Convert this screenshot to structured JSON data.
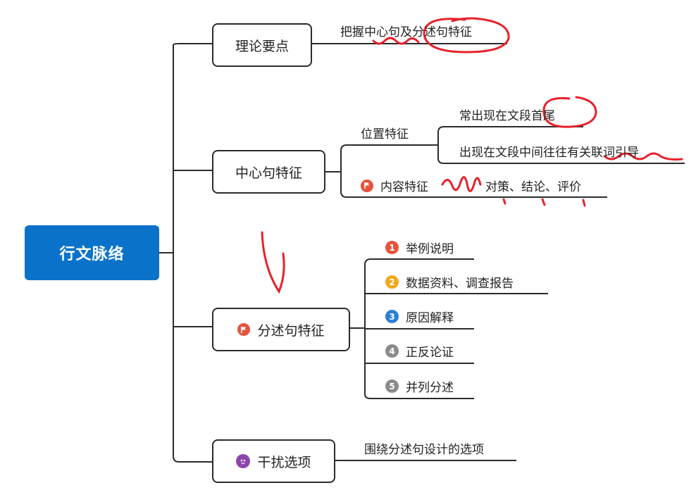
{
  "root": {
    "label": "行文脉络",
    "color": "#0a73c9"
  },
  "branches": {
    "theory": {
      "label": "理论要点",
      "leaf": "把握中心句及分述句特征"
    },
    "central": {
      "label": "中心句特征",
      "position": {
        "label": "位置特征",
        "items": [
          "常出现在文段首尾",
          "出现在文段中间往往有关联词引导"
        ]
      },
      "content": {
        "label": "内容特征",
        "items": "对策、结论、评价",
        "icon": "flag-icon"
      }
    },
    "sub": {
      "label": "分述句特征",
      "icon": "flag-icon",
      "items": [
        {
          "num": "1",
          "label": "举例说明",
          "color": "#e5533c"
        },
        {
          "num": "2",
          "label": "数据资料、调查报告",
          "color": "#f0a81c"
        },
        {
          "num": "3",
          "label": "原因解释",
          "color": "#2a7fd4"
        },
        {
          "num": "4",
          "label": "正反论证",
          "color": "#8a8a8a"
        },
        {
          "num": "5",
          "label": "并列分述",
          "color": "#8a8a8a"
        }
      ]
    },
    "distract": {
      "label": "干扰选项",
      "icon": "purple-face-icon",
      "leaf": "围绕分述句设计的选项"
    }
  },
  "annotation_color": "#e8202a"
}
